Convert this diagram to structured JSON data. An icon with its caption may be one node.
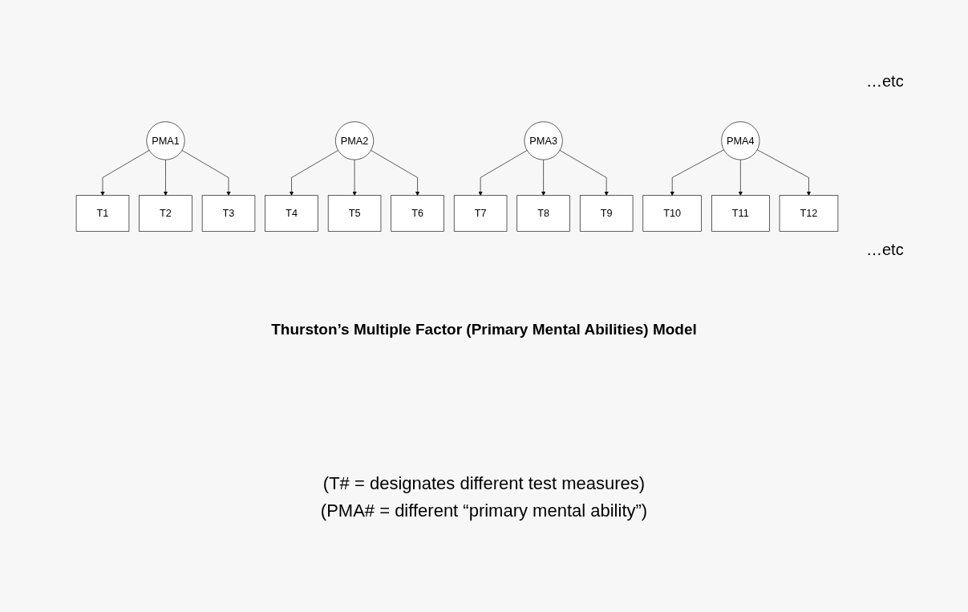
{
  "diagram": {
    "caption": "Thurston’s Multiple Factor (Primary Mental Abilities) Model",
    "nodes": [
      {
        "text": [
          "PMA1"
        ]
      },
      {
        "text": [
          "PMA2"
        ]
      },
      {
        "text": [
          "PMA3"
        ]
      },
      {
        "text": [
          "PMA4"
        ]
      },
      {
        "text": [
          "T1"
        ]
      },
      {
        "text": [
          "T2"
        ]
      },
      {
        "text": [
          "T3"
        ]
      },
      {
        "text": [
          "T4"
        ]
      },
      {
        "text": [
          "T5"
        ]
      },
      {
        "text": [
          "T6"
        ]
      },
      {
        "text": [
          "T7"
        ]
      },
      {
        "text": [
          "T8"
        ]
      },
      {
        "text": [
          "T9"
        ]
      },
      {
        "text": [
          "T10"
        ]
      },
      {
        "text": [
          "T11"
        ]
      },
      {
        "text": [
          "T12"
        ]
      }
    ],
    "edges": [
      {
        "from": 0,
        "to": 4,
        "arrow": "to"
      },
      {
        "from": 0,
        "to": 5,
        "arrow": "to"
      },
      {
        "from": 0,
        "to": 6,
        "arrow": "to"
      },
      {
        "from": 1,
        "to": 7,
        "arrow": "to"
      },
      {
        "from": 1,
        "to": 8,
        "arrow": "to"
      },
      {
        "from": 1,
        "to": 9,
        "arrow": "to"
      },
      {
        "from": 2,
        "to": 10,
        "arrow": "to"
      },
      {
        "from": 2,
        "to": 11,
        "arrow": "to"
      },
      {
        "from": 2,
        "to": 12,
        "arrow": "to"
      },
      {
        "from": 3,
        "to": 13,
        "arrow": "to"
      },
      {
        "from": 3,
        "to": 14,
        "arrow": "to"
      },
      {
        "from": 3,
        "to": 15,
        "arrow": "to"
      }
    ],
    "labels": [
      "…etc",
      "…etc",
      "(T# = designates different test measures)",
      "(PMA# = different “primary mental ability”)"
    ]
  }
}
